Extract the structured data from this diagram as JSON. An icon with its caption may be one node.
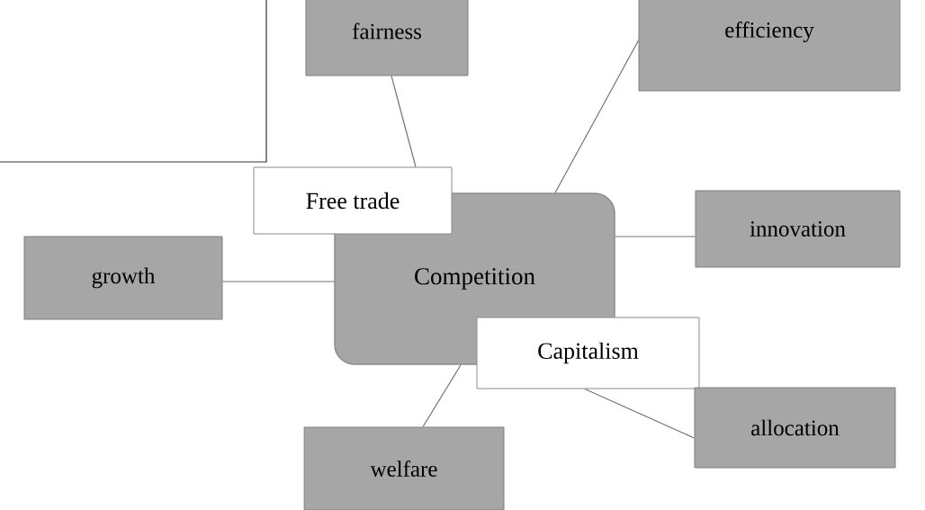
{
  "diagram": {
    "nodes": [
      {
        "text": [
          "Competition"
        ]
      },
      {
        "text": [
          "Free trade"
        ]
      },
      {
        "text": [
          "Capitalism"
        ]
      },
      {
        "text": [
          "fairness"
        ]
      },
      {
        "text": [
          "efficiency"
        ]
      },
      {
        "text": [
          "innovation"
        ]
      },
      {
        "text": [
          "growth"
        ]
      },
      {
        "text": [
          "allocation"
        ]
      },
      {
        "text": [
          "welfare"
        ]
      }
    ],
    "edges": [
      {
        "from": 3,
        "to": 1,
        "arrow": "none"
      },
      {
        "from": 4,
        "to": 0,
        "arrow": "none"
      },
      {
        "from": 5,
        "to": 0,
        "arrow": "none"
      },
      {
        "from": 6,
        "to": 0,
        "arrow": "none"
      },
      {
        "from": 7,
        "to": 2,
        "arrow": "none"
      },
      {
        "from": 8,
        "to": 0,
        "arrow": "none"
      }
    ]
  }
}
